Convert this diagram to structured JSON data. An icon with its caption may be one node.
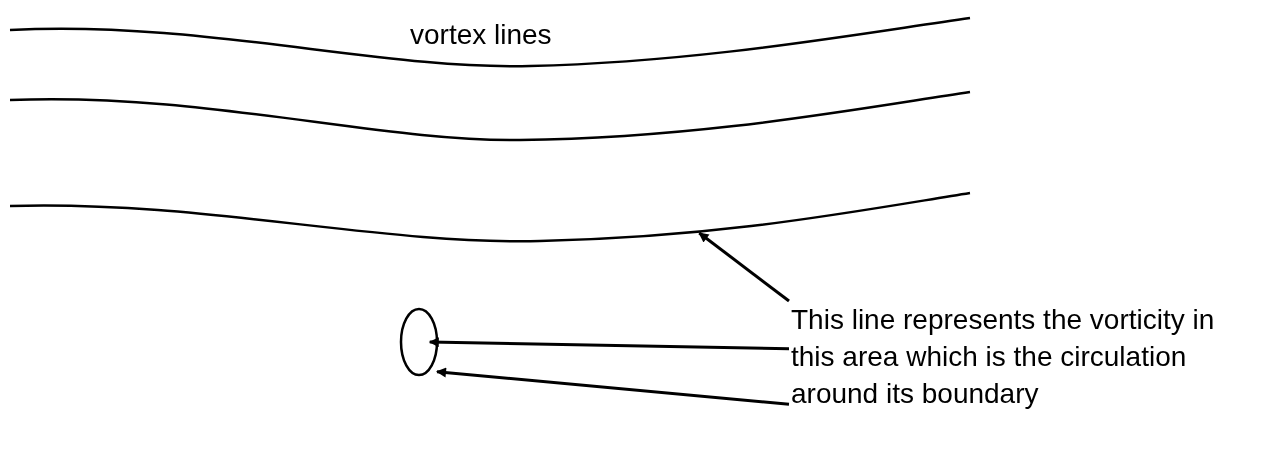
{
  "diagram": {
    "nodes": [
      {
        "text": [
          "This line represents the vorticity in this area which is the circulation around its boundary"
        ]
      },
      {
        "text": [],
        "shape": "line"
      },
      {
        "text": [],
        "shape": "circle"
      }
    ],
    "edges": [
      {
        "from": 0,
        "to": 1,
        "arrow": "to"
      },
      {
        "from": 0,
        "to": 2,
        "arrow": "to"
      },
      {
        "from": 0,
        "to": 2,
        "arrow": "to"
      }
    ],
    "labels": [
      "vortex lines"
    ]
  }
}
